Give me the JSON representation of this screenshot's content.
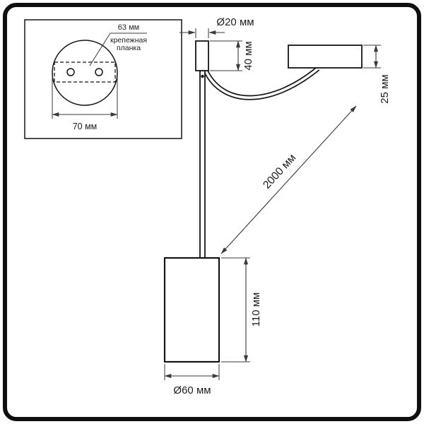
{
  "page": {
    "background": "#ffffff",
    "frame_color": "#0f0f0f"
  },
  "colors": {
    "outline": "#141414",
    "dimension_lines": "#3a3a3a",
    "text": "#1f1f1f"
  },
  "inset": {
    "hole_spacing_label": "63 мм",
    "mount_label_line1": "крепежная",
    "mount_label_line2": "планка",
    "width_label": "70 мм"
  },
  "dimensions": {
    "tube_diameter": "Ø20 мм",
    "top_tube_height": "40 мм",
    "canopy_thickness": "25 мм",
    "cord_length": "2000 мм",
    "shade_height": "110 мм",
    "shade_diameter": "Ø60 мм"
  }
}
